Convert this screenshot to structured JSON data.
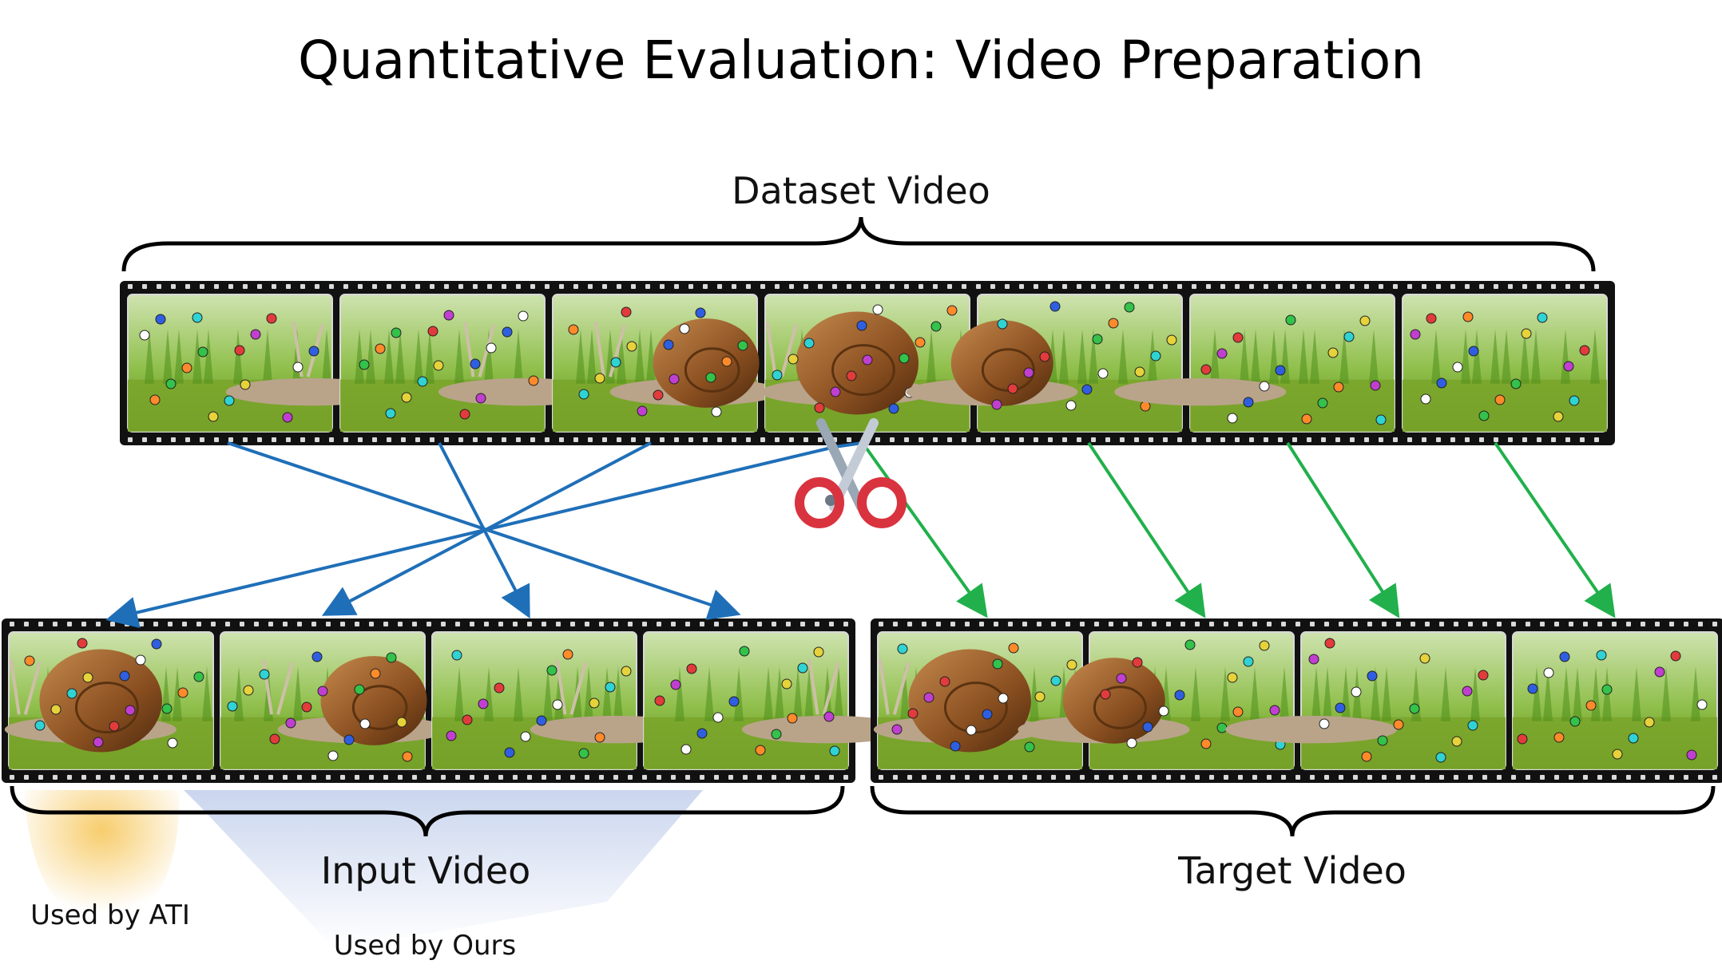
{
  "title": "Quantitative Evaluation: Video Preparation",
  "labels": {
    "dataset": "Dataset Video",
    "input": "Input Video",
    "target": "Target Video",
    "used_by_ati": "Used by ATI",
    "used_by_ours": "Used by Ours"
  },
  "icons": {
    "cut": "scissors-icon"
  },
  "colors": {
    "input_arrow": "#1f6fb8",
    "target_arrow": "#21b04b",
    "ati_highlight": "#f6c453",
    "ours_highlight": "#9fb4e0",
    "film": "#111111",
    "moss": "#79a82a",
    "snail_shell": "#8a4f20"
  },
  "frames": {
    "dataset_count": 7,
    "input_count": 4,
    "target_count": 4
  }
}
